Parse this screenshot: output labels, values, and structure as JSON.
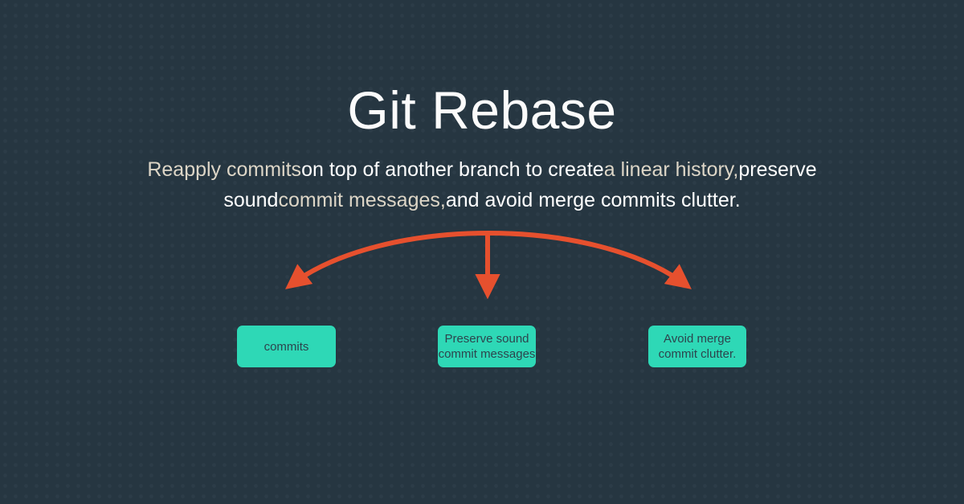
{
  "slide": {
    "title": "Git Rebase",
    "subtitle": {
      "lines": [
        {
          "segments": [
            {
              "text": "Reapply commits",
              "tone": "cream"
            },
            {
              "text": "on top of another branch to create",
              "tone": "white"
            },
            {
              "text": "a linear history,",
              "tone": "cream"
            },
            {
              "text": "preserve",
              "tone": "white"
            }
          ]
        },
        {
          "segments": [
            {
              "text": "sound",
              "tone": "white"
            },
            {
              "text": "commit messages,",
              "tone": "cream"
            },
            {
              "text": "and avoid merge commits clutter.",
              "tone": "white"
            }
          ]
        }
      ]
    },
    "arrows": {
      "shape": "three-arrows-fanning-down-from-center",
      "count": 3
    },
    "boxes": [
      {
        "label": "commits"
      },
      {
        "label": "Preserve sound\ncommit messages"
      },
      {
        "label": "Avoid merge\ncommit clutter."
      }
    ],
    "colors": {
      "background": "#263641",
      "title_text": "#fbfbfb",
      "subtitle_white": "#ffffff",
      "subtitle_cream": "#ddd6c7",
      "arrow": "#e6502e",
      "box_fill": "#2ed8b6",
      "box_text": "#2d444d"
    }
  }
}
